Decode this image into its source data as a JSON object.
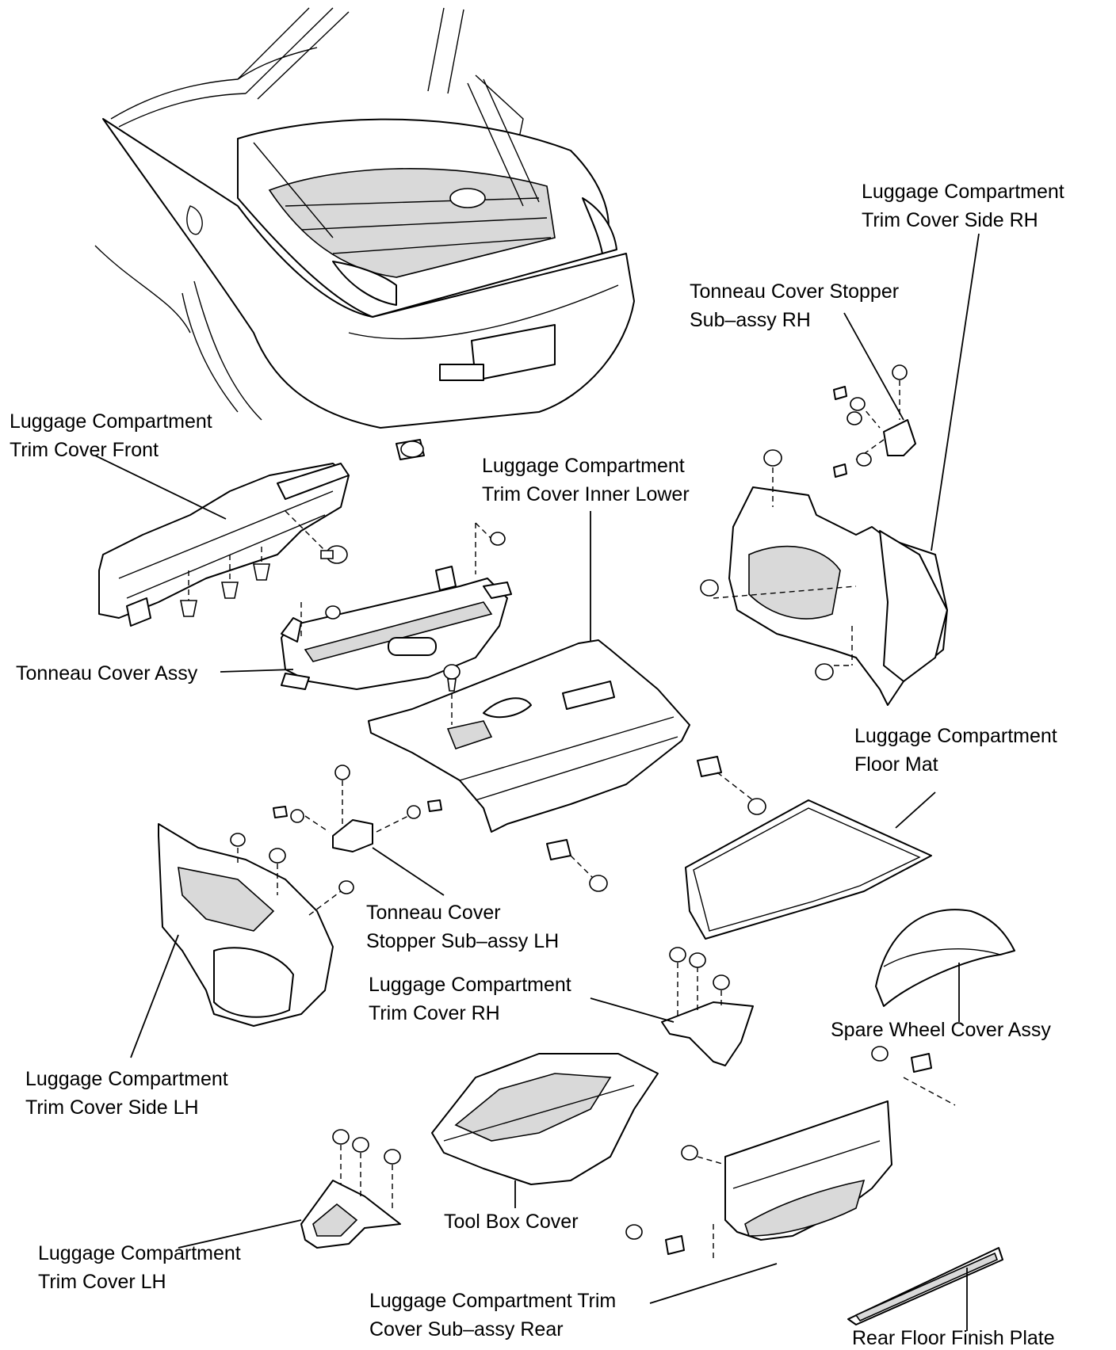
{
  "diagram": {
    "labels": {
      "trim_cover_side_rh": [
        "Luggage Compartment",
        "Trim Cover Side RH"
      ],
      "tonneau_stopper_rh": [
        "Tonneau Cover Stopper",
        "Sub–assy RH"
      ],
      "trim_cover_front": [
        "Luggage Compartment",
        "Trim Cover Front"
      ],
      "trim_cover_inner_lower": [
        "Luggage Compartment",
        "Trim Cover Inner Lower"
      ],
      "tonneau_cover_assy": [
        "Tonneau Cover Assy"
      ],
      "floor_mat": [
        "Luggage Compartment",
        "Floor Mat"
      ],
      "tonneau_stopper_lh": [
        "Tonneau Cover",
        "Stopper Sub–assy LH"
      ],
      "trim_cover_rh": [
        "Luggage Compartment",
        "Trim Cover RH"
      ],
      "spare_wheel_cover": [
        "Spare Wheel Cover Assy"
      ],
      "trim_cover_side_lh": [
        "Luggage Compartment",
        "Trim Cover Side LH"
      ],
      "tool_box_cover": [
        "Tool Box Cover"
      ],
      "trim_cover_lh": [
        "Luggage Compartment",
        "Trim Cover LH"
      ],
      "trim_cover_sub_assy_rear": [
        "Luggage Compartment Trim",
        "Cover Sub–assy Rear"
      ],
      "rear_floor_finish_plate": [
        "Rear Floor Finish Plate"
      ]
    }
  }
}
